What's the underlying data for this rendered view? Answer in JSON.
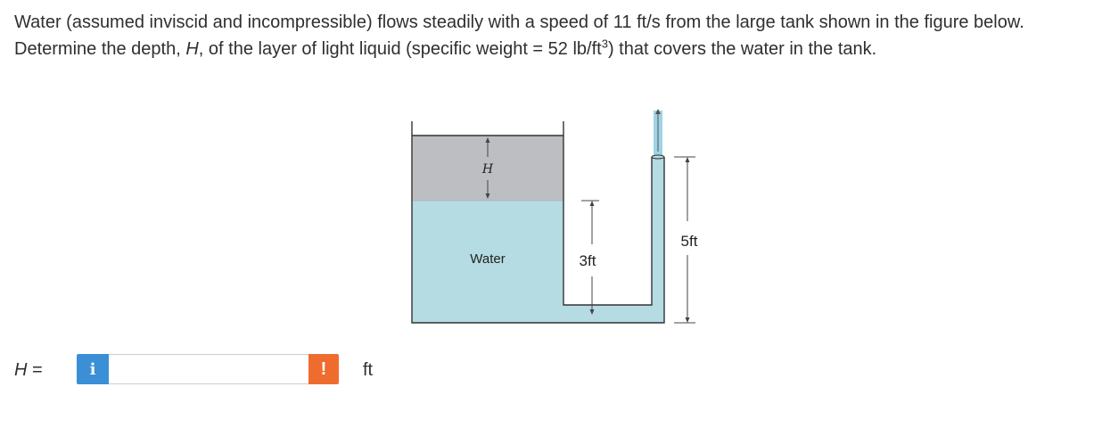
{
  "problem": {
    "line1": "Water (assumed inviscid and incompressible) flows steadily with a speed of 11 ft/s from the large tank shown in the figure below.",
    "line2_pre": "Determine the depth, ",
    "line2_var": "H",
    "line2_mid": ", of the layer of light liquid (specific weight = 52 lb/ft",
    "line2_sup": "3",
    "line2_post": ") that covers the water in the tank."
  },
  "figure": {
    "label_H": "H",
    "label_water": "Water",
    "label_3ft": "3ft",
    "label_5ft": "5ft",
    "colors": {
      "light_liquid": "#bdbec2",
      "water": "#b5dbe3",
      "jet": "#9fd3e6",
      "outline": "#333333"
    }
  },
  "answer": {
    "var": "H",
    "eq": " =",
    "info_icon": "i",
    "input_value": "",
    "alert_icon": "!",
    "unit": "ft"
  }
}
